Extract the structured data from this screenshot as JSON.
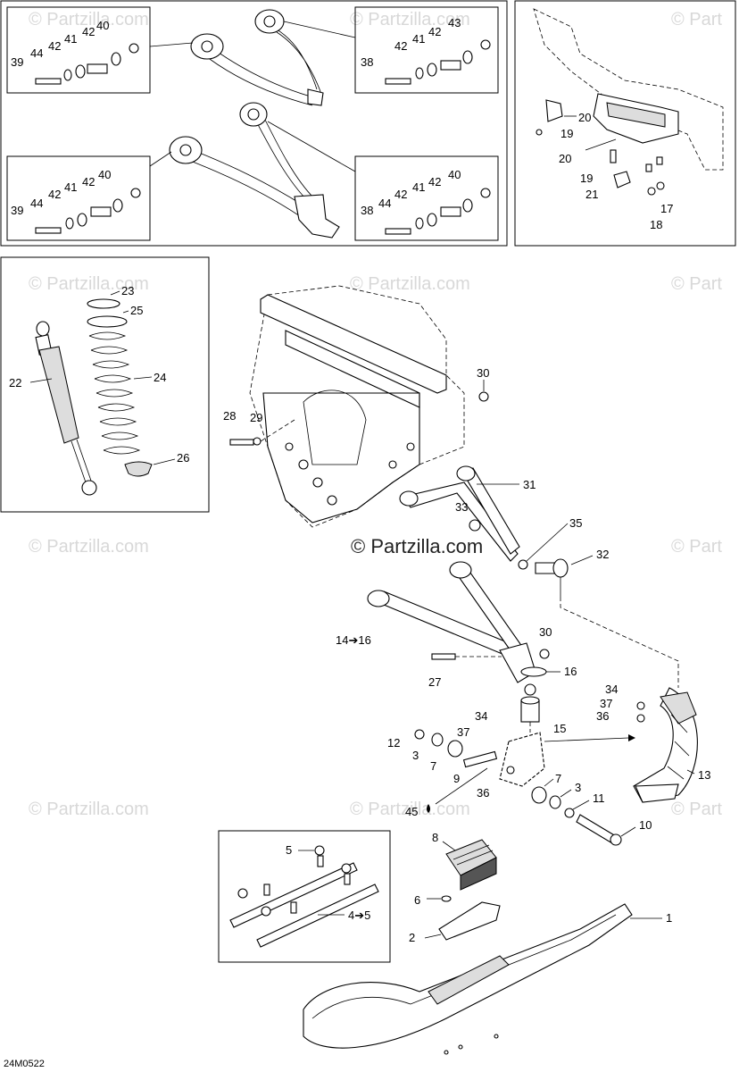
{
  "watermark": "© Partzilla.com",
  "watermark_short": "© Part",
  "watermark_main": "© Partzilla.com",
  "diagram_code": "24M0522",
  "callouts": {
    "c1": "1",
    "c2": "2",
    "c3a": "3",
    "c3b": "3",
    "c4_5": "4➔5",
    "c5": "5",
    "c6": "6",
    "c7a": "7",
    "c7b": "7",
    "c8": "8",
    "c9": "9",
    "c10": "10",
    "c11": "11",
    "c12": "12",
    "c13": "13",
    "c14_16": "14➔16",
    "c15": "15",
    "c16": "16",
    "c17": "17",
    "c18": "18",
    "c19a": "19",
    "c19b": "19",
    "c20a": "20",
    "c20b": "20",
    "c21": "21",
    "c22": "22",
    "c23": "23",
    "c24": "24",
    "c25": "25",
    "c26": "26",
    "c27": "27",
    "c28": "28",
    "c29": "29",
    "c30a": "30",
    "c30b": "30",
    "c31": "31",
    "c32": "32",
    "c33": "33",
    "c34a": "34",
    "c34b": "34",
    "c35": "35",
    "c36a": "36",
    "c36b": "36",
    "c37a": "37",
    "c37b": "37",
    "c45": "45",
    "b1_40": "40",
    "b1_42a": "42",
    "b1_41": "41",
    "b1_42b": "42",
    "b1_44": "44",
    "b1_39": "39",
    "b2_43": "43",
    "b2_42a": "42",
    "b2_41": "41",
    "b2_42b": "42",
    "b2_38": "38",
    "b3_40": "40",
    "b3_42a": "42",
    "b3_41": "41",
    "b3_42b": "42",
    "b3_44": "44",
    "b3_39": "39",
    "b4_40": "40",
    "b4_42a": "42",
    "b4_41": "41",
    "b4_42b": "42",
    "b4_44": "44",
    "b4_38": "38"
  }
}
